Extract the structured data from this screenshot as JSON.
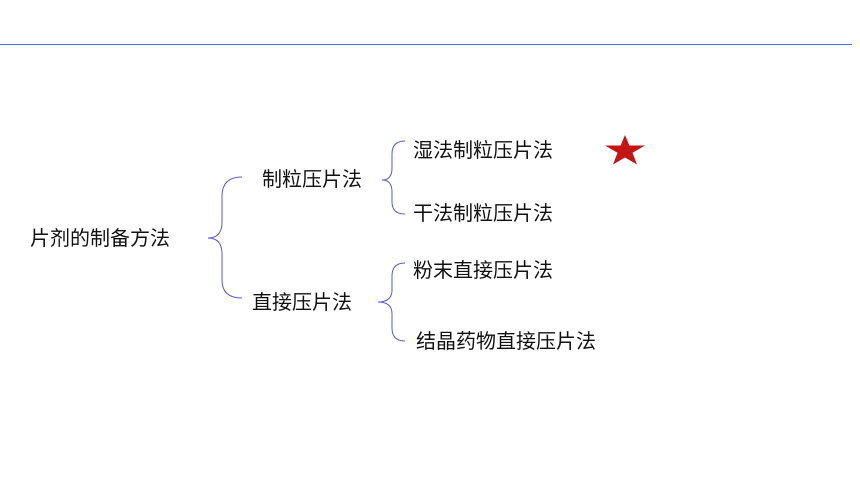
{
  "diagram": {
    "root": {
      "label": "片剂的制备方法"
    },
    "branches": [
      {
        "label": "制粒压片法",
        "children": [
          {
            "label": "湿法制粒压片法",
            "marker": "star-icon"
          },
          {
            "label": "干法制粒压片法"
          }
        ]
      },
      {
        "label": "直接压片法",
        "children": [
          {
            "label": "粉末直接压片法"
          },
          {
            "label": "结晶药物直接压片法"
          }
        ]
      }
    ]
  },
  "colors": {
    "rule": "#4a6fd4",
    "brace": "#5a5ad8",
    "star": "#c41414",
    "text": "#111111"
  }
}
